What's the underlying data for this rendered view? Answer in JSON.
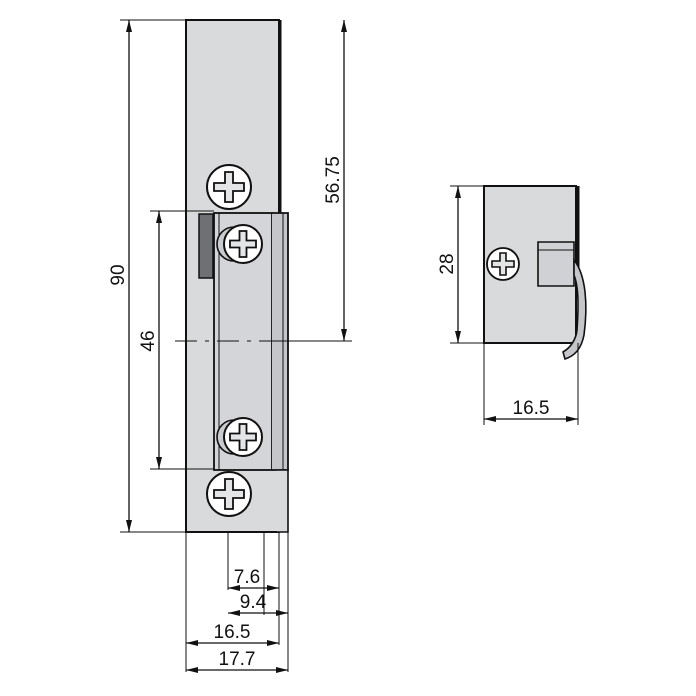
{
  "colors": {
    "plate": "#d9dadc",
    "plate_shade": "#c4c6c9",
    "edge": "#111111",
    "dark_stripe": "#6e7074",
    "screw": "#e4e5e7",
    "background": "#ffffff"
  },
  "dimensions": {
    "overall_height": "90",
    "strike_length": "46",
    "screw_spacing": "56.75",
    "offset_a": "7.6",
    "offset_b": "9.4",
    "plate_width": "16.5",
    "overall_width": "17.7",
    "side_height": "28",
    "side_width": "16.5"
  },
  "icons": {
    "screw": "phillips-screw-icon"
  }
}
